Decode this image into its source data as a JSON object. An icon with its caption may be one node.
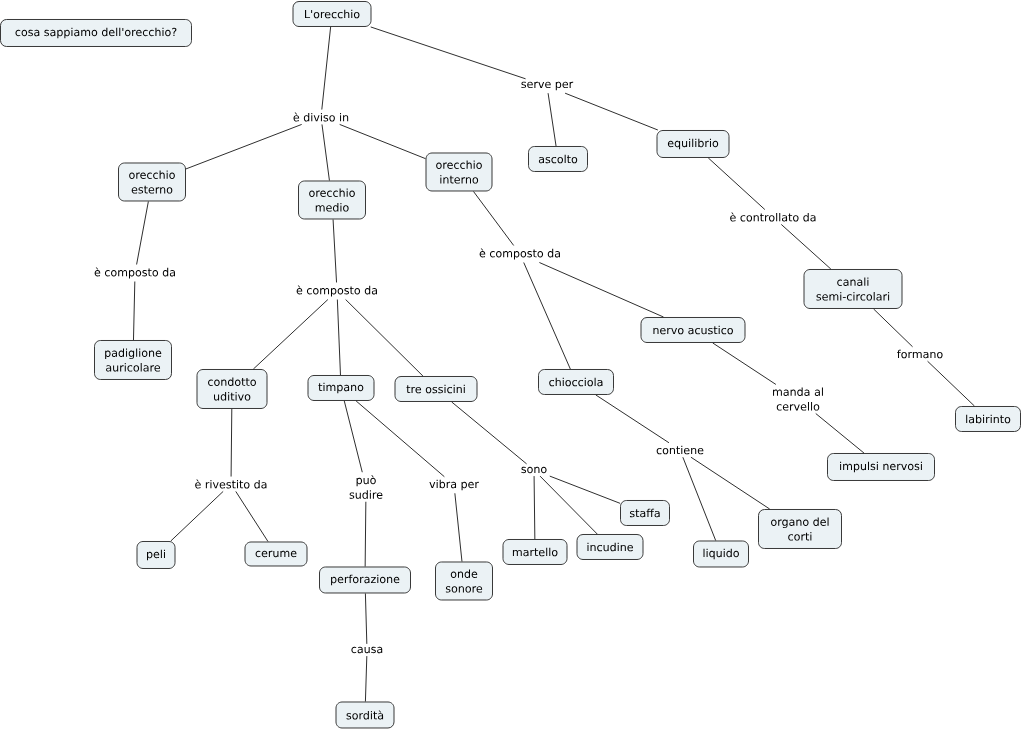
{
  "diagram": {
    "nodes": [
      {
        "text": [
          "cosa sappiamo dell'orecchio?"
        ]
      },
      {
        "text": [
          "L'orecchio"
        ]
      },
      {
        "text": [
          "è diviso in"
        ]
      },
      {
        "text": [
          "serve per"
        ]
      },
      {
        "text": [
          "orecchio esterno"
        ]
      },
      {
        "text": [
          "orecchio medio"
        ]
      },
      {
        "text": [
          "orecchio interno"
        ]
      },
      {
        "text": [
          "ascolto"
        ]
      },
      {
        "text": [
          "equilibrio"
        ]
      },
      {
        "text": [
          "è controllato da"
        ]
      },
      {
        "text": [
          "è composto da"
        ]
      },
      {
        "text": [
          "è composto da"
        ]
      },
      {
        "text": [
          "è composto da"
        ]
      },
      {
        "text": [
          "canali semi-circolari"
        ]
      },
      {
        "text": [
          "padiglione auricolare"
        ]
      },
      {
        "text": [
          "nervo acustico"
        ]
      },
      {
        "text": [
          "formano"
        ]
      },
      {
        "text": [
          "condotto uditivo"
        ]
      },
      {
        "text": [
          "timpano"
        ]
      },
      {
        "text": [
          "tre ossicini"
        ]
      },
      {
        "text": [
          "chiocciola"
        ]
      },
      {
        "text": [
          "manda al cervello"
        ]
      },
      {
        "text": [
          "labirinto"
        ]
      },
      {
        "text": [
          "contiene"
        ]
      },
      {
        "text": [
          "impulsi nervosi"
        ]
      },
      {
        "text": [
          "è rivestito da"
        ]
      },
      {
        "text": [
          "può sudire"
        ]
      },
      {
        "text": [
          "vibra per"
        ]
      },
      {
        "text": [
          "sono"
        ]
      },
      {
        "text": [
          "staffa"
        ]
      },
      {
        "text": [
          "organo del corti"
        ]
      },
      {
        "text": [
          "peli"
        ]
      },
      {
        "text": [
          "cerume"
        ]
      },
      {
        "text": [
          "martello"
        ]
      },
      {
        "text": [
          "incudine"
        ]
      },
      {
        "text": [
          "liquido"
        ]
      },
      {
        "text": [
          "perforazione"
        ]
      },
      {
        "text": [
          "onde sonore"
        ]
      },
      {
        "text": [
          "causa"
        ]
      },
      {
        "text": [
          "sordità"
        ]
      }
    ],
    "edges": [
      {
        "from": 1,
        "to": 2,
        "arrow": "none"
      },
      {
        "from": 1,
        "to": 3,
        "arrow": "none"
      },
      {
        "from": 2,
        "to": 4,
        "arrow": "none"
      },
      {
        "from": 2,
        "to": 5,
        "arrow": "none"
      },
      {
        "from": 2,
        "to": 6,
        "arrow": "none"
      },
      {
        "from": 3,
        "to": 7,
        "arrow": "none"
      },
      {
        "from": 3,
        "to": 8,
        "arrow": "none"
      },
      {
        "from": 8,
        "to": 9,
        "arrow": "none"
      },
      {
        "from": 9,
        "to": 13,
        "arrow": "none"
      },
      {
        "from": 4,
        "to": 10,
        "arrow": "none"
      },
      {
        "from": 10,
        "to": 14,
        "arrow": "none"
      },
      {
        "from": 5,
        "to": 11,
        "arrow": "none"
      },
      {
        "from": 11,
        "to": 17,
        "arrow": "none"
      },
      {
        "from": 11,
        "to": 18,
        "arrow": "none"
      },
      {
        "from": 11,
        "to": 19,
        "arrow": "none"
      },
      {
        "from": 6,
        "to": 12,
        "arrow": "none"
      },
      {
        "from": 12,
        "to": 20,
        "arrow": "none"
      },
      {
        "from": 12,
        "to": 15,
        "arrow": "none"
      },
      {
        "from": 13,
        "to": 16,
        "arrow": "none"
      },
      {
        "from": 16,
        "to": 22,
        "arrow": "none"
      },
      {
        "from": 15,
        "to": 21,
        "arrow": "none"
      },
      {
        "from": 21,
        "to": 24,
        "arrow": "none"
      },
      {
        "from": 20,
        "to": 23,
        "arrow": "none"
      },
      {
        "from": 23,
        "to": 35,
        "arrow": "none"
      },
      {
        "from": 23,
        "to": 30,
        "arrow": "none"
      },
      {
        "from": 17,
        "to": 25,
        "arrow": "none"
      },
      {
        "from": 25,
        "to": 31,
        "arrow": "none"
      },
      {
        "from": 25,
        "to": 32,
        "arrow": "none"
      },
      {
        "from": 18,
        "to": 26,
        "arrow": "none"
      },
      {
        "from": 26,
        "to": 36,
        "arrow": "none"
      },
      {
        "from": 18,
        "to": 27,
        "arrow": "none"
      },
      {
        "from": 27,
        "to": 37,
        "arrow": "none"
      },
      {
        "from": 19,
        "to": 28,
        "arrow": "none"
      },
      {
        "from": 28,
        "to": 33,
        "arrow": "none"
      },
      {
        "from": 28,
        "to": 34,
        "arrow": "none"
      },
      {
        "from": 28,
        "to": 29,
        "arrow": "none"
      },
      {
        "from": 36,
        "to": 38,
        "arrow": "none"
      },
      {
        "from": 38,
        "to": 39,
        "arrow": "none"
      }
    ]
  }
}
